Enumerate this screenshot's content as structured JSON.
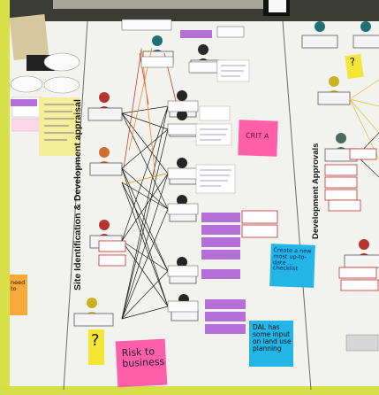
{
  "photo": {
    "lanes": {
      "left": "Site Identification & Development appraisal",
      "right": "Development Approvals"
    },
    "notes": {
      "risk": "Risk to business",
      "question_mark": "?",
      "question_mark_top": "?",
      "dal": "DAL has some input on land use planning",
      "crit_a": "CRIT A",
      "green_note": "Create a new most up-to-date ... checklist",
      "orange_edge": "need to"
    },
    "colors": {
      "frame": "#d8e04a",
      "wall": "#f0f0ec",
      "pink_note": "#ff5fa8",
      "blue_note": "#22b5e6",
      "yellow_note": "#f3e636",
      "purple_tag": "#b46fd8"
    }
  }
}
